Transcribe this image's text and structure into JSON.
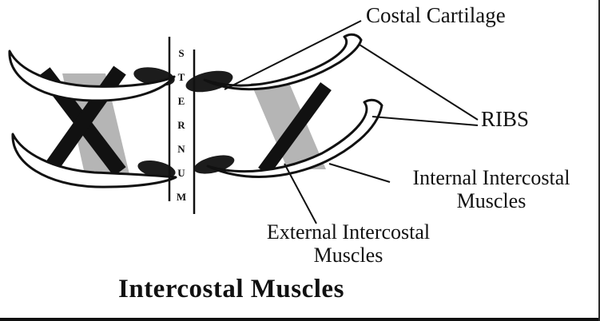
{
  "title": "Intercostal Muscles",
  "labels": {
    "costal_cartilage": "Costal Cartilage",
    "ribs": "RIBS",
    "internal_line1": "Internal Intercostal",
    "internal_line2": "Muscles",
    "external_line1": "External Intercostal",
    "external_line2": "Muscles"
  },
  "sternum_letters": [
    "S",
    "T",
    "E",
    "R",
    "N",
    "U",
    "M"
  ],
  "colors": {
    "ink": "#111111",
    "muscle_gray": "#b5b5b5",
    "background": "#ffffff"
  }
}
